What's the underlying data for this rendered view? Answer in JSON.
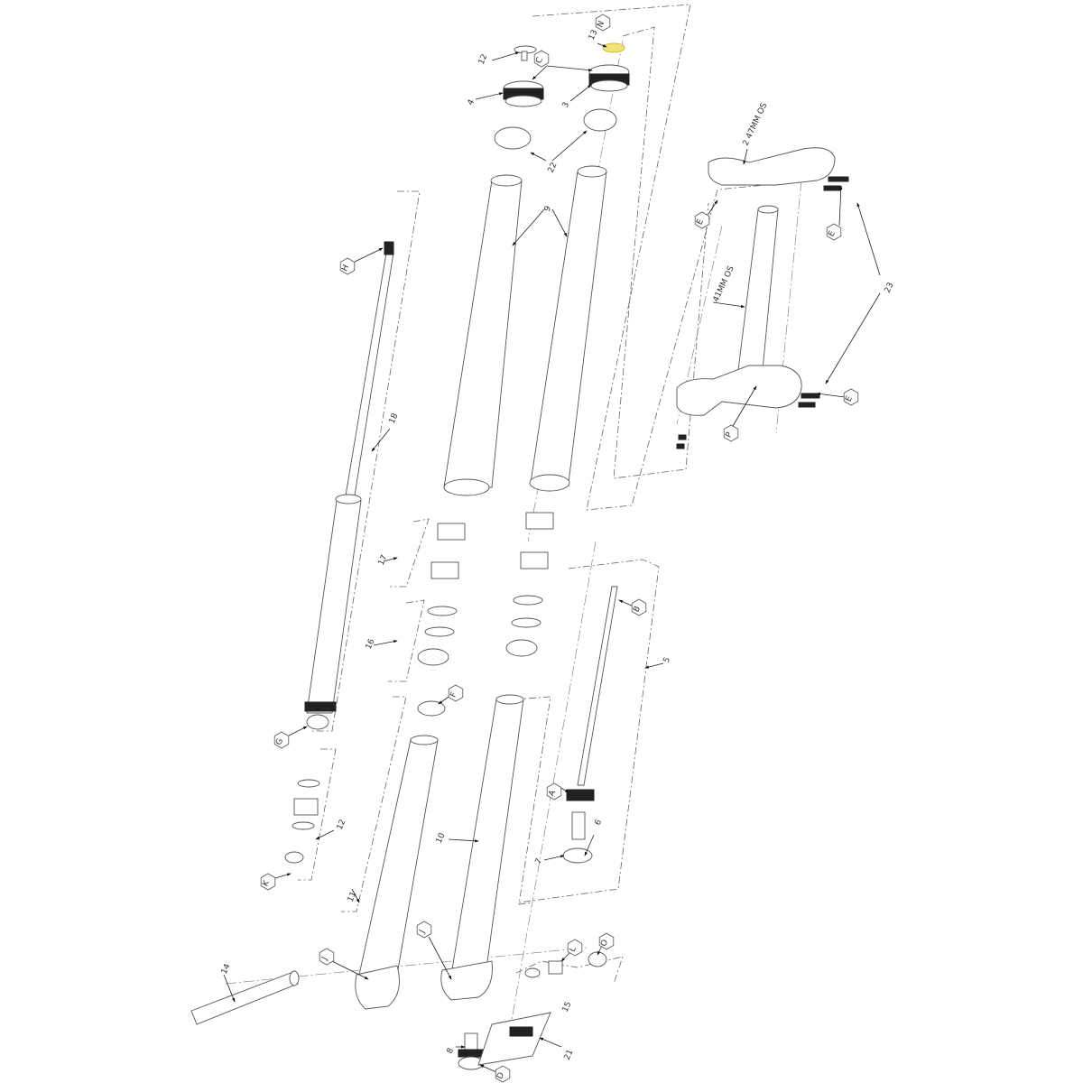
{
  "title": "Fork exploded parts diagram",
  "highlight_color": "#f3e27a",
  "callouts": [
    {
      "text": "12"
    },
    {
      "text": "13"
    },
    {
      "text": "N"
    },
    {
      "text": "C"
    },
    {
      "text": "4"
    },
    {
      "text": "3"
    },
    {
      "text": "22"
    },
    {
      "text": "9"
    },
    {
      "text": "2  47MM OS"
    },
    {
      "text": "E"
    },
    {
      "text": "E"
    },
    {
      "text": "23"
    },
    {
      "text": "41MM OS"
    },
    {
      "text": "E"
    },
    {
      "text": "P"
    },
    {
      "text": "H"
    },
    {
      "text": "18"
    },
    {
      "text": "17"
    },
    {
      "text": "16"
    },
    {
      "text": "G"
    },
    {
      "text": "F"
    },
    {
      "text": "B"
    },
    {
      "text": "5"
    },
    {
      "text": "A"
    },
    {
      "text": "6"
    },
    {
      "text": "7"
    },
    {
      "text": "12"
    },
    {
      "text": "K"
    },
    {
      "text": "11"
    },
    {
      "text": "10"
    },
    {
      "text": "J"
    },
    {
      "text": "J"
    },
    {
      "text": "L"
    },
    {
      "text": "O"
    },
    {
      "text": "15"
    },
    {
      "text": "14"
    },
    {
      "text": "8"
    },
    {
      "text": "D"
    },
    {
      "text": "21"
    }
  ]
}
